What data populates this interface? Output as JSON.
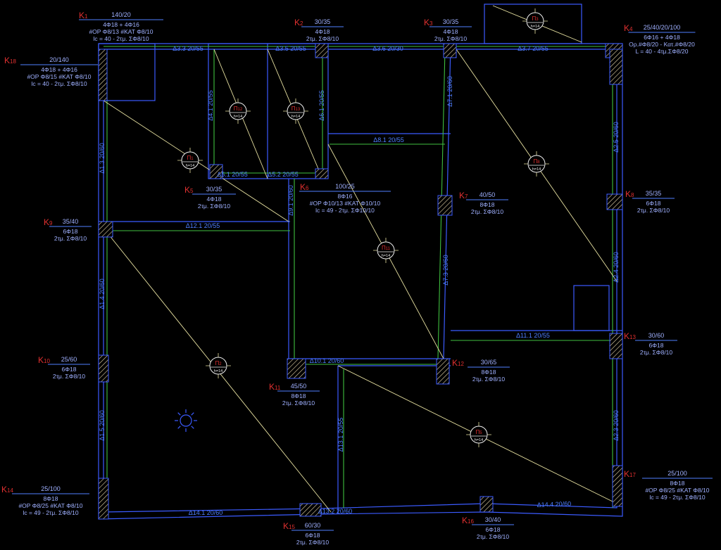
{
  "colors": {
    "background": "#000000",
    "outline": "#3b5bff",
    "beam": "#3fbf3f",
    "label": "#4f7fff",
    "text": "#9fb0ff",
    "column_id": "#e03030",
    "slab_line": "#e6e0a0",
    "hatch": "#d8c8a0"
  },
  "columns": [
    {
      "id": "K",
      "sub": "1",
      "size": "140/20",
      "lines": [
        "4Φ18 + 4Φ16",
        "#ΟΡ Φ8/13 #ΚΑΤ Φ8/10",
        "lc = 40 - 2τμ. ΣΦ8/10"
      ]
    },
    {
      "id": "K",
      "sub": "2",
      "size": "30/35",
      "lines": [
        "4Φ18",
        "2τμ. ΣΦ8/10"
      ]
    },
    {
      "id": "K",
      "sub": "3",
      "size": "30/35",
      "lines": [
        "4Φ18",
        "2τμ. ΣΦ8/10"
      ]
    },
    {
      "id": "K",
      "sub": "4",
      "size": "25/40/20/100",
      "lines": [
        "6Φ16 + 4Φ18",
        "Ορ.#Φ8/20 - Κατ.#Φ8/20",
        "L = 40 - 4τμ.ΣΦ8/20"
      ]
    },
    {
      "id": "K",
      "sub": "5",
      "size": "30/35",
      "lines": [
        "4Φ18",
        "2τμ. ΣΦ8/10"
      ]
    },
    {
      "id": "K",
      "sub": "6",
      "size": "100/25",
      "lines": [
        "8Φ16",
        "#ΟΡ Φ10/13 #ΚΑΤ Φ10/10",
        "lc = 49 - 2τμ. ΣΦ10/10"
      ]
    },
    {
      "id": "K",
      "sub": "7",
      "size": "40/50",
      "lines": [
        "8Φ18",
        "2τμ. ΣΦ8/10"
      ]
    },
    {
      "id": "K",
      "sub": "8",
      "size": "35/35",
      "lines": [
        "6Φ18",
        "2τμ. ΣΦ8/10"
      ]
    },
    {
      "id": "K",
      "sub": "9",
      "size": "35/40",
      "lines": [
        "6Φ18",
        "2τμ. ΣΦ8/10"
      ]
    },
    {
      "id": "K",
      "sub": "10",
      "size": "25/60",
      "lines": [
        "6Φ18",
        "2τμ. ΣΦ8/10"
      ]
    },
    {
      "id": "K",
      "sub": "11",
      "size": "45/50",
      "lines": [
        "8Φ18",
        "2τμ. ΣΦ8/10"
      ]
    },
    {
      "id": "K",
      "sub": "12",
      "size": "30/65",
      "lines": [
        "8Φ18",
        "2τμ. ΣΦ8/10"
      ]
    },
    {
      "id": "K",
      "sub": "13",
      "size": "30/60",
      "lines": [
        "6Φ18",
        "2τμ. ΣΦ8/10"
      ]
    },
    {
      "id": "K",
      "sub": "14",
      "size": "25/100",
      "lines": [
        "8Φ18",
        "#ΟΡ Φ8/25 #ΚΑΤ Φ8/10",
        "lc = 49 - 2τμ. ΣΦ8/10"
      ]
    },
    {
      "id": "K",
      "sub": "15",
      "size": "60/30",
      "lines": [
        "6Φ18",
        "2τμ. ΣΦ8/10"
      ]
    },
    {
      "id": "K",
      "sub": "16",
      "size": "30/40",
      "lines": [
        "6Φ18",
        "2τμ. ΣΦ8/10"
      ]
    },
    {
      "id": "K",
      "sub": "17",
      "size": "25/100",
      "lines": [
        "8Φ18",
        "#ΟΡ Φ8/25 #ΚΑΤ Φ8/10",
        "lc = 49 - 2τμ. ΣΦ8/10"
      ]
    },
    {
      "id": "K",
      "sub": "18",
      "size": "20/140",
      "lines": [
        "4Φ18 + 4Φ16",
        "#ΟΡ Φ8/15 #ΚΑΤ Φ8/10",
        "lc = 40 - 2τμ. ΣΦ8/10"
      ]
    }
  ],
  "beams": [
    "Δ3.3  20/55",
    "Δ3.5  20/55",
    "Δ3.6  20/30",
    "Δ3.7  20/55",
    "Δ4.1  20/55",
    "Δ6.1  20/55",
    "Δ7.1  20/60",
    "Δ8.1  20/55",
    "Δ5.1  20/55",
    "Δ5.2  20/55",
    "Δ1.3  20/60",
    "Δ2.5  20/60",
    "Δ9.1  20/60",
    "Δ12.1  20/55",
    "Δ1.4  20/60",
    "Δ7.3  20/60",
    "Δ2.4  20/60",
    "Δ11.1  20/55",
    "Δ10.1  20/60",
    "Δ1.5  20/60",
    "Δ13.1  20/55",
    "Δ2.3  20/60",
    "Δ14.1  20/60",
    "Δ13.2  20/60",
    "Δ14.4  20/60"
  ],
  "slabs": [
    {
      "id": "Π",
      "sub": "1",
      "thk": "h=14"
    },
    {
      "id": "Π",
      "sub": "2",
      "thk": "h=14"
    },
    {
      "id": "Π",
      "sub": "3",
      "thk": "h=14"
    },
    {
      "id": "Π",
      "sub": "4",
      "thk": "h=14"
    },
    {
      "id": "Π",
      "sub": "5",
      "thk": "h=14"
    },
    {
      "id": "Π",
      "sub": "8",
      "thk": "h=14"
    },
    {
      "id": "Π",
      "sub": "11",
      "thk": "h=14"
    },
    {
      "id": "Π",
      "sub": "12",
      "thk": "h=14"
    },
    {
      "id": "Π",
      "sub": "13",
      "thk": "h=14"
    }
  ]
}
